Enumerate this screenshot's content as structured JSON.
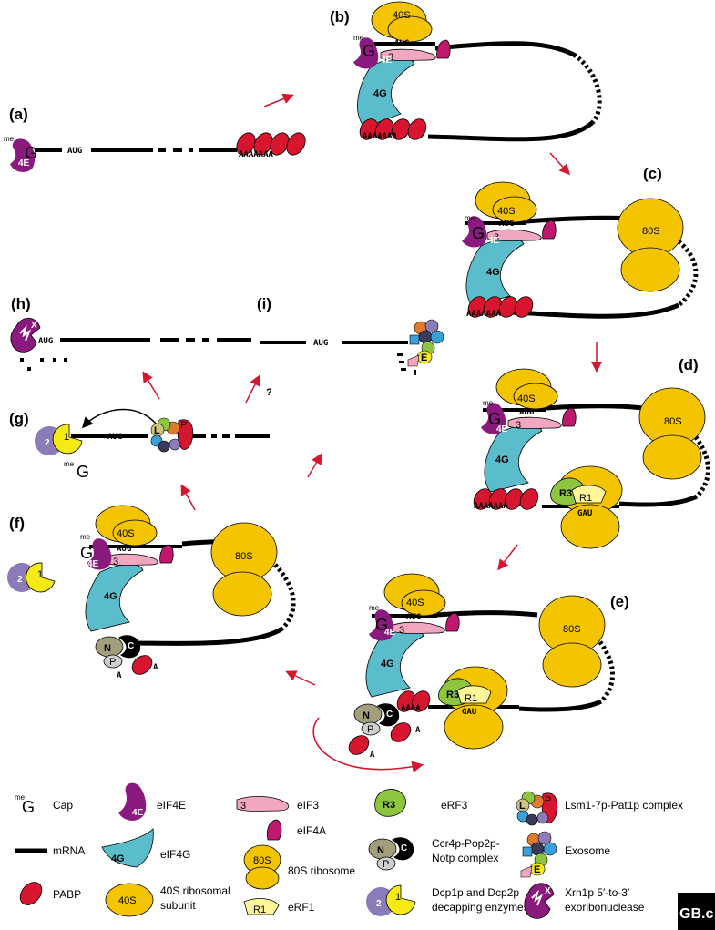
{
  "panels": {
    "a": "(a)",
    "b": "(b)",
    "c": "(c)",
    "d": "(d)",
    "e": "(e)",
    "f": "(f)",
    "g": "(g)",
    "h": "(h)",
    "i": "(i)"
  },
  "labels": {
    "aug": "AUG",
    "poly_a": "AAAAAAA",
    "poly_a_short": "AAAA",
    "a": "A",
    "gau": "GAU",
    "cap_g": "G",
    "me": "me",
    "s40": "40S",
    "s80": "80S",
    "e4e": "4E",
    "e4g": "4G",
    "e3": "3",
    "r1": "R1",
    "r3": "R3",
    "n": "N",
    "c": "C",
    "p": "P",
    "dcp1": "1",
    "dcp2": "2",
    "lsm": "L",
    "exo_e": "E",
    "xrn_x": "X",
    "question": "?"
  },
  "legend": [
    {
      "symbol": "cap-icon",
      "text": "Cap"
    },
    {
      "symbol": "mrna-icon",
      "text": "mRNA"
    },
    {
      "symbol": "pabp-icon",
      "text": "PABP"
    },
    {
      "symbol": "eif4e-icon",
      "text": "eIF4E"
    },
    {
      "symbol": "eif4g-icon",
      "text": "eIF4G"
    },
    {
      "symbol": "ribosome-40s-icon",
      "text": "40S ribosomal"
    },
    {
      "symbol": "ribosome-40s-icon",
      "text": "subunit"
    },
    {
      "symbol": "eif3-icon",
      "text": "eIF3"
    },
    {
      "symbol": "eif4a-icon",
      "text": "eIF4A"
    },
    {
      "symbol": "ribosome-80s-icon",
      "text": "80S ribosome"
    },
    {
      "symbol": "erf1-icon",
      "text": "eRF1"
    },
    {
      "symbol": "erf3-icon",
      "text": "eRF3"
    },
    {
      "symbol": "ccr4-icon",
      "text": "Ccr4p-Pop2p-"
    },
    {
      "symbol": "ccr4-icon",
      "text": "Notp complex"
    },
    {
      "symbol": "dcp-icon",
      "text": "Dcp1p and Dcp2p"
    },
    {
      "symbol": "dcp-icon",
      "text": "decapping enzymes"
    },
    {
      "symbol": "lsm-icon",
      "text": "Lsm1-7p-Pat1p complex"
    },
    {
      "symbol": "exosome-icon",
      "text": "Exosome"
    },
    {
      "symbol": "xrn1-icon",
      "text": "Xrn1p 5′-to-3′"
    },
    {
      "symbol": "xrn1-icon",
      "text": "exoribonuclease"
    }
  ],
  "logo": "GB.c",
  "colors": {
    "eif4e": "#8b1a7e",
    "eif4g": "#5bbccb",
    "ribosome": "#f5c400",
    "eif3": "#f2a7c1",
    "eif4a": "#c0186e",
    "pabp": "#d7152f",
    "erf3": "#8cc63f",
    "erf1": "#fff59b",
    "dcp2": "#8b7bb8",
    "dcp1": "#f5ea14",
    "ccr4_n": "#a39e7c",
    "arrow": "#d7152f"
  }
}
